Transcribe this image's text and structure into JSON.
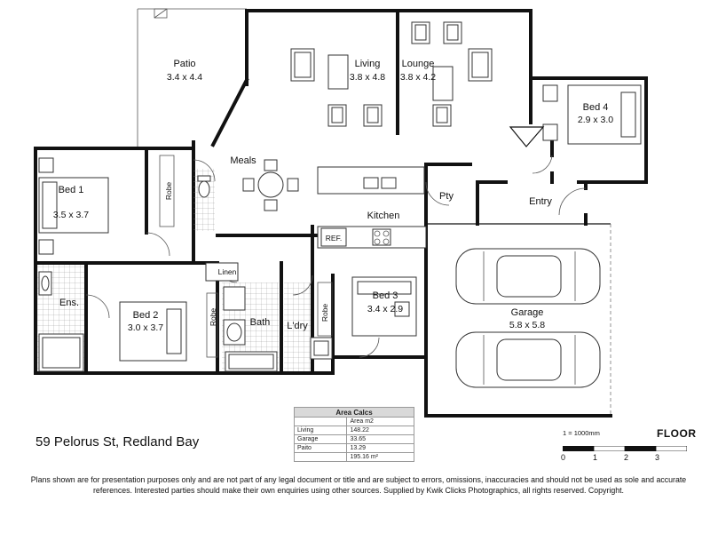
{
  "rooms": {
    "patio": {
      "name": "Patio",
      "dims": "3.4 x 4.4"
    },
    "living": {
      "name": "Living",
      "dims": "3.8 x 4.8"
    },
    "lounge": {
      "name": "Lounge",
      "dims": "3.8 x 4.2"
    },
    "bed4": {
      "name": "Bed 4",
      "dims": "2.9 x 3.0"
    },
    "meals": {
      "name": "Meals"
    },
    "bed1": {
      "name": "Bed 1",
      "dims": "3.5 x 3.7"
    },
    "robe1": {
      "name": "Robe"
    },
    "kitchen": {
      "name": "Kitchen"
    },
    "pty": {
      "name": "Pty"
    },
    "entry": {
      "name": "Entry"
    },
    "ref": {
      "name": "REF."
    },
    "linen": {
      "name": "Linen"
    },
    "ens": {
      "name": "Ens."
    },
    "bed2": {
      "name": "Bed 2",
      "dims": "3.0 x 3.7"
    },
    "robe2": {
      "name": "Robe"
    },
    "bath": {
      "name": "Bath"
    },
    "ldry": {
      "name": "L'dry"
    },
    "robe3": {
      "name": "Robe"
    },
    "bed3": {
      "name": "Bed 3",
      "dims": "3.4 x 2.9"
    },
    "garage": {
      "name": "Garage",
      "dims": "5.8 x 5.8"
    }
  },
  "address": "59 Pelorus St, Redland Bay",
  "area_calcs": {
    "title": "Area Calcs",
    "header": "Area m2",
    "rows": [
      {
        "label": "Living",
        "value": "148.22"
      },
      {
        "label": "Garage",
        "value": "33.65"
      },
      {
        "label": "Paito",
        "value": "13.29"
      },
      {
        "label": "",
        "value": "195.16 m²"
      }
    ]
  },
  "scale": {
    "label": "1 = 1000mm",
    "ticks": [
      "0",
      "1",
      "2",
      "3"
    ],
    "floor_label": "FLOOR"
  },
  "disclaimer": "Plans shown are for presentation purposes only and are not part of any legal document or title and are subject to errors, omissions, inaccuracies and should not be used as sole and accurate references. Interested parties should make their own enquiries using other sources. Supplied by Kwik Clicks Photographics, all rights reserved.  Copyright."
}
